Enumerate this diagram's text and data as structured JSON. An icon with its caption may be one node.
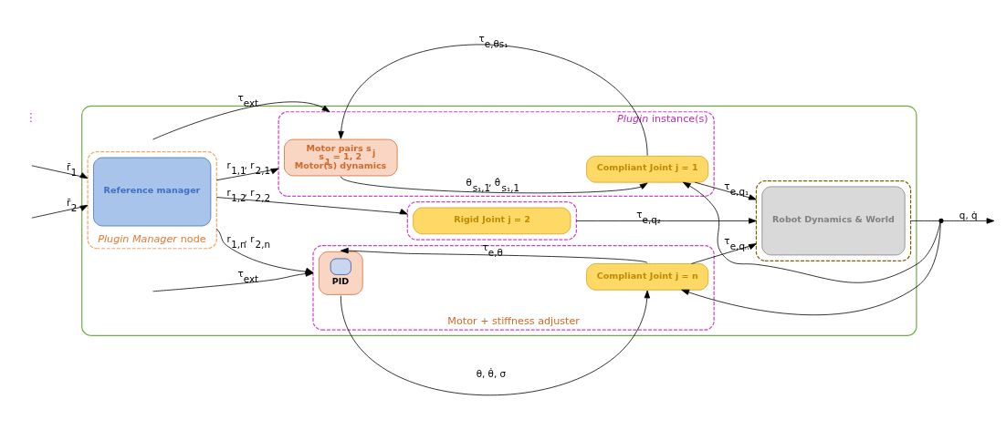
{
  "diagram": {
    "nodes": [
      {
        "text": [],
        "shape": "box"
      },
      {
        "text": [
          "*Plugin Manager* node"
        ],
        "in": 0
      },
      {
        "text": [
          "Reference manager"
        ],
        "in": 1
      },
      {
        "text": [
          "*Plugin* instance(s)"
        ],
        "in": 0
      },
      {
        "text": [
          "Motor pairs s$_{j}$",
          "s$_{1}$ = 1, 2",
          "Motor(s) dynamics"
        ],
        "in": 3
      },
      {
        "text": [
          "Compliant Joint j = 1"
        ],
        "in": 3
      },
      {
        "text": [],
        "shape": "box",
        "in": 0
      },
      {
        "text": [
          "Rigid Joint j = 2"
        ],
        "in": 6
      },
      {
        "text": [
          "Motor + stiffness adjuster"
        ],
        "in": 0
      },
      {
        "text": [
          "PID"
        ],
        "in": 8
      },
      {
        "text": [
          "Compliant Joint j = n"
        ],
        "in": 8
      },
      {
        "text": [],
        "shape": "box",
        "in": 0
      },
      {
        "text": [
          "Robot Dynamics & World"
        ],
        "in": 11
      },
      {
        "text": [],
        "shape": "circle"
      }
    ],
    "edges": [
      {
        "from": null,
        "to": 1,
        "arrow": "to",
        "label": "r̄$_{1}$"
      },
      {
        "from": null,
        "to": 1,
        "arrow": "to",
        "label": "r̄$_{2}$"
      },
      {
        "from": 1,
        "to": 3,
        "arrow": "to",
        "label": "r$_{1,1}$, r$_{2,1}$"
      },
      {
        "from": 1,
        "to": 6,
        "arrow": "to",
        "label": "r$_{1,2}$, r$_{2,2}$"
      },
      {
        "from": 1,
        "to": 8,
        "arrow": "to",
        "label": "r$_{1,n}$, r$_{2,n}$"
      },
      {
        "from": null,
        "to": 3,
        "arrow": "to",
        "label": "τ$_{ext}$"
      },
      {
        "from": 5,
        "to": 4,
        "arrow": "to",
        "label": "τ$_{e,θs₁}$"
      },
      {
        "from": 4,
        "to": 5,
        "arrow": "to",
        "label": "θ$_{s₁,1}$, θ̇$_{s₁,1}$"
      },
      {
        "from": 5,
        "to": 11,
        "arrow": "to",
        "label": "τ$_{e,q₁}$"
      },
      {
        "from": 6,
        "to": 11,
        "arrow": "to",
        "label": "τ$_{e,q₂}$"
      },
      {
        "from": 10,
        "to": 11,
        "arrow": "to",
        "label": "τ$_{e,qₙ}$"
      },
      {
        "from": null,
        "to": 8,
        "arrow": "to",
        "label": "τ$_{ext}$"
      },
      {
        "from": 10,
        "to": 9,
        "arrow": "to",
        "label": "τ$_{e,θ}$"
      },
      {
        "from": 9,
        "to": 10,
        "arrow": "to",
        "label": "θ, θ̇, σ"
      },
      {
        "from": 11,
        "to": 13,
        "arrow": "none"
      },
      {
        "from": 13,
        "to": null,
        "arrow": "to",
        "label": "q, q̇"
      },
      {
        "from": 13,
        "to": 5,
        "arrow": "to"
      },
      {
        "from": 13,
        "to": 10,
        "arrow": "to"
      }
    ],
    "labels": [
      "⋮"
    ]
  }
}
